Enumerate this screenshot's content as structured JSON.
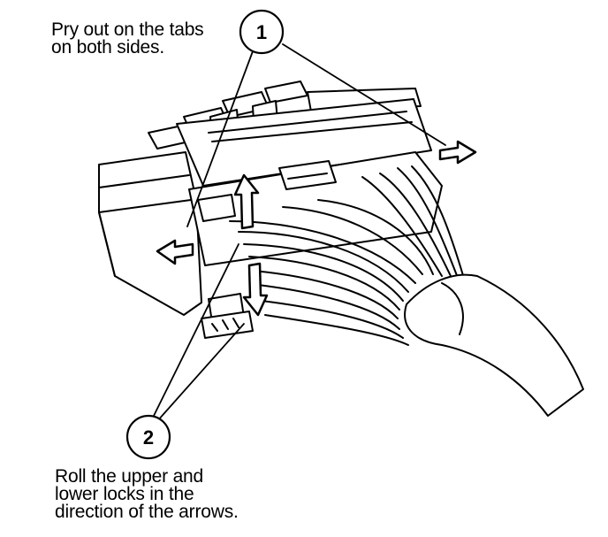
{
  "callouts": [
    {
      "number": "1",
      "text": "Pry out on the tabs\non both sides."
    },
    {
      "number": "2",
      "text": "Roll the upper and\nlower locks in the\ndirection of the arrows."
    }
  ]
}
